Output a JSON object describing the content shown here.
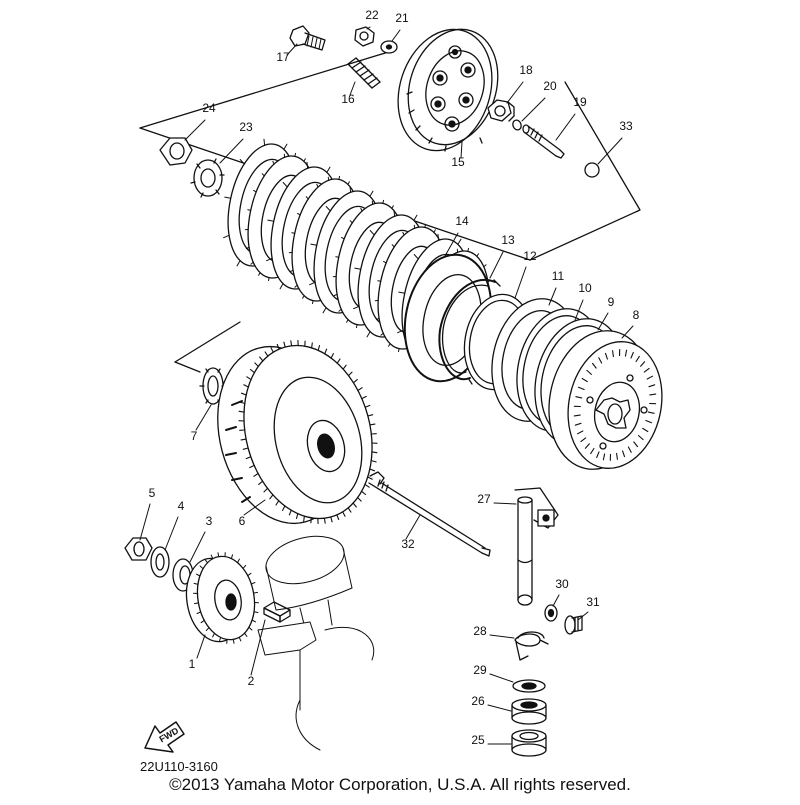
{
  "diagram": {
    "drawing_code": "22U110-3160",
    "fwd_label": "FWD",
    "copyright": "©2013 Yamaha Motor Corporation, U.S.A. All rights reserved.",
    "callouts": [
      "1",
      "2",
      "3",
      "4",
      "5",
      "6",
      "7",
      "8",
      "9",
      "10",
      "11",
      "12",
      "13",
      "14",
      "15",
      "16",
      "17",
      "18",
      "19",
      "20",
      "21",
      "22",
      "23",
      "24",
      "25",
      "26",
      "27",
      "28",
      "29",
      "30",
      "31",
      "32",
      "33"
    ]
  }
}
